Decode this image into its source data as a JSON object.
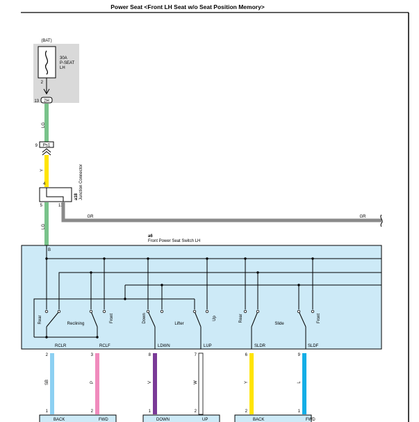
{
  "title": "Power Seat <Front LH Seat w/o Seat Position Memory>",
  "battery": {
    "label": "(BAT)",
    "fuse_amp": "30A",
    "fuse_name_1": "P-SEAT",
    "fuse_name_2": "LH",
    "pin": "2"
  },
  "connector_2h": {
    "pin": "13",
    "label": "2H"
  },
  "connector_ps1": {
    "pin": "9",
    "label": "Ps1"
  },
  "junction": {
    "id": "a18",
    "name": "Junction Connector",
    "pin_top": "4",
    "pin_left": "5",
    "pin_right": "13"
  },
  "wires": {
    "lg_top": "LG",
    "y": "Y",
    "lg_bottom": "LG",
    "gr_1": "GR",
    "gr_2": "GR",
    "sb": "SB",
    "p": "P",
    "v": "V",
    "w": "W",
    "y2": "Y",
    "l": "L"
  },
  "wire_colors": {
    "LG": "#79c38a",
    "Y": "#ffe400",
    "GR": "#8a8a8a",
    "SB": "#8cd0f2",
    "P": "#f08bbd",
    "V": "#7a3a97",
    "W": "#ffffff",
    "L": "#13aee6",
    "switch_fill": "#cdeaf7",
    "fuse_box": "#d9d9d9"
  },
  "switch": {
    "id": "a6",
    "name": "Front Power Seat Switch LH",
    "pin_b": "B",
    "groups": {
      "reclining": "Reclining",
      "lifter": "Lifter",
      "slide": "Slide"
    },
    "contacts": {
      "rear1": "Rear",
      "front1": "Front",
      "down": "Down",
      "up": "Up",
      "rear2": "Rear",
      "front2": "Front"
    },
    "terminals": [
      "RCLR",
      "RCLF",
      "LDWN",
      "LUP",
      "SLDR",
      "SLDF"
    ]
  },
  "outputs": [
    {
      "pin_top": "2",
      "wire": "SB",
      "pin_bottom": "1"
    },
    {
      "pin_top": "3",
      "wire": "P",
      "pin_bottom": "2"
    },
    {
      "pin_top": "8",
      "wire": "V",
      "pin_bottom": "1"
    },
    {
      "pin_top": "7",
      "wire": "W",
      "pin_bottom": "2"
    },
    {
      "pin_top": "6",
      "wire": "Y",
      "pin_bottom": "2"
    },
    {
      "pin_top": "9",
      "wire": "L",
      "pin_bottom": "1"
    }
  ],
  "motors": [
    {
      "left": "BACK",
      "right": "FWD"
    },
    {
      "left": "DOWN",
      "right": "UP"
    },
    {
      "left": "BACK",
      "right": "FWD"
    }
  ]
}
